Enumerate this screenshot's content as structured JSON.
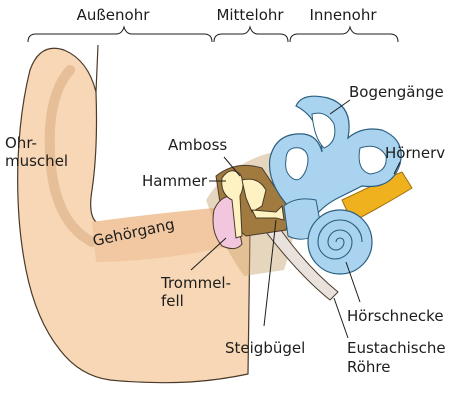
{
  "diagram": {
    "sections": {
      "outer_ear": "Außenohr",
      "middle_ear": "Mittelohr",
      "inner_ear": "Innenohr"
    },
    "labels": {
      "auricle_line1": "Ohr-",
      "auricle_line2": "muschel",
      "ear_canal": "Gehörgang",
      "anvil": "Amboss",
      "hammer": "Hammer",
      "eardrum_line1": "Trommel-",
      "eardrum_line2": "fell",
      "stirrup": "Steigbügel",
      "semicircular_canals": "Bogengänge",
      "auditory_nerve": "Hörnerv",
      "cochlea": "Hörschnecke",
      "eustachian_line1": "Eustachische",
      "eustachian_line2": "Röhre"
    },
    "colors": {
      "skin": "#f7d7b5",
      "skin_outline": "#4a3a2a",
      "ossicles": "#fff2c2",
      "eardrum": "#f2c7dd",
      "inner_ear": "#a9d3ee",
      "nerve": "#f0b11e",
      "bone": "#c9a46e"
    }
  }
}
